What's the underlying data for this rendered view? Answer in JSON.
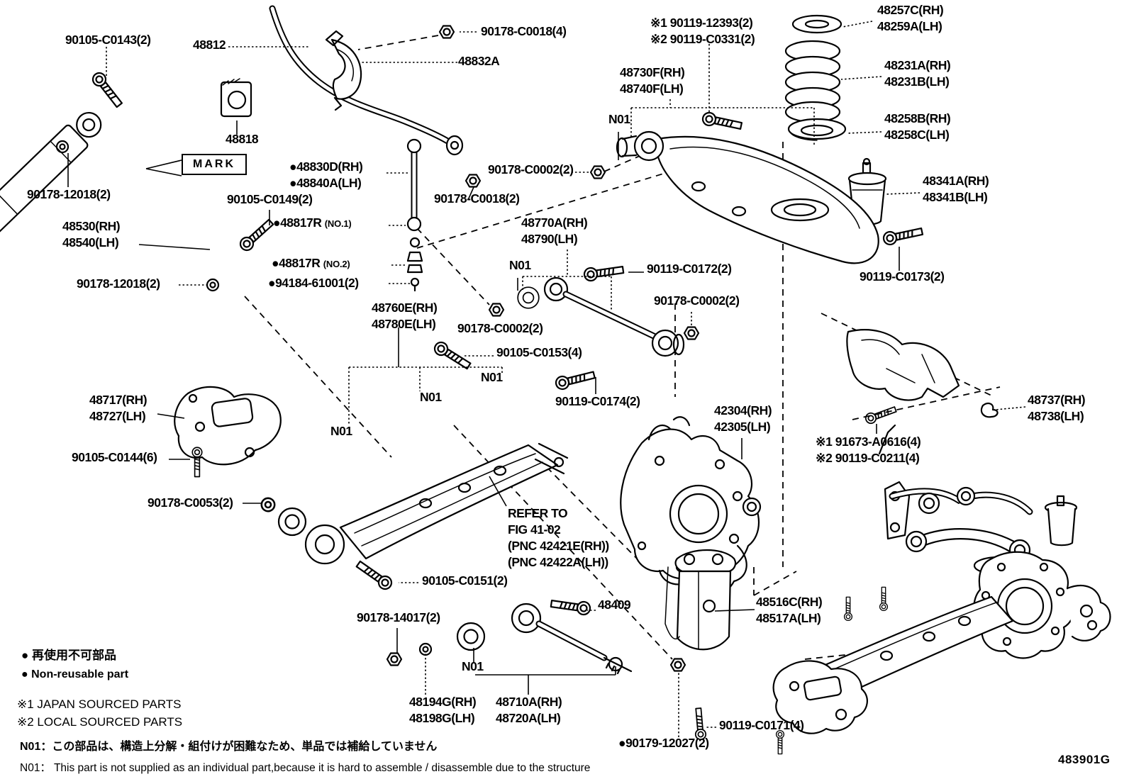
{
  "code": "483901G",
  "labels": {
    "p90105C0143": "90105-C0143(2)",
    "p48812": "48812",
    "p90178C0018_4": "90178-C0018(4)",
    "p48832A": "48832A",
    "px1_90119_12393": "※1 90119-12393(2)",
    "px2_90119_C0331": "※2 90119-C0331(2)",
    "p48730F": "48730F(RH)",
    "p48740F": "48740F(LH)",
    "n01": "N01",
    "p48257C": "48257C(RH)",
    "p48259A": "48259A(LH)",
    "p48231A": "48231A(RH)",
    "p48231B": "48231B(LH)",
    "p48258B": "48258B(RH)",
    "p48258C": "48258C(LH)",
    "p48341A": "48341A(RH)",
    "p48341B": "48341B(LH)",
    "p90119C0173": "90119-C0173(2)",
    "p48818": "48818",
    "mark": "MARK",
    "p48830D": "●48830D(RH)",
    "p48840A": "●48840A(LH)",
    "p90178_12018": "90178-12018(2)",
    "p90105C0149": "90105-C0149(2)",
    "p48817R": "●48817R",
    "no1": "(NO.1)",
    "no2": "(NO.2)",
    "p48530": "48530(RH)",
    "p48540": "48540(LH)",
    "p94184": "●94184-61001(2)",
    "p90178C0002": "90178-C0002(2)",
    "p90178C0018_2": "90178-C0018(2)",
    "p48770A": "48770A(RH)",
    "p48790": "48790(LH)",
    "p90119C0172": "90119-C0172(2)",
    "p48760E": "48760E(RH)",
    "p48780E": "48780E(LH)",
    "p90105C0153": "90105-C0153(4)",
    "p90119C0174": "90119-C0174(2)",
    "p42304": "42304(RH)",
    "p42305": "42305(LH)",
    "p48717": "48717(RH)",
    "p48727": "48727(LH)",
    "p90105C0144": "90105-C0144(6)",
    "p48737": "48737(RH)",
    "p48738": "48738(LH)",
    "px1_91673": "※1 91673-A0616(4)",
    "px2_90119C0211": "※2 90119-C0211(4)",
    "p90178C0053": "90178-C0053(2)",
    "refer1": "REFER TO",
    "refer2": "FIG 41-02",
    "refer3": "(PNC 42421E(RH))",
    "refer4": "(PNC 42422A(LH))",
    "p90105C0151": "90105-C0151(2)",
    "p90178_14017": "90178-14017(2)",
    "p48409": "48409",
    "p48516C": "48516C(RH)",
    "p48517A": "48517A(LH)",
    "p48194G": "48194G(RH)",
    "p48198G": "48198G(LH)",
    "p48710A": "48710A(RH)",
    "p48720A": "48720A(LH)",
    "p90119C0171": "90119-C0171(4)",
    "p90179_12027": "●90179-12027(2)"
  },
  "legend": {
    "bullet": "●",
    "nonreusable_jp": "再使用不可部品",
    "nonreusable_en": "Non-reusable part",
    "x1": "※1 JAPAN SOURCED PARTS",
    "x2": "※2 LOCAL SOURCED PARTS"
  },
  "notes": {
    "jp": "N01：この部品は、構造上分解・組付けが困難なため、単品では補給していません",
    "en": "N01： This part is not supplied as an individual part,because it is hard to assemble / disassemble due to the structure"
  }
}
